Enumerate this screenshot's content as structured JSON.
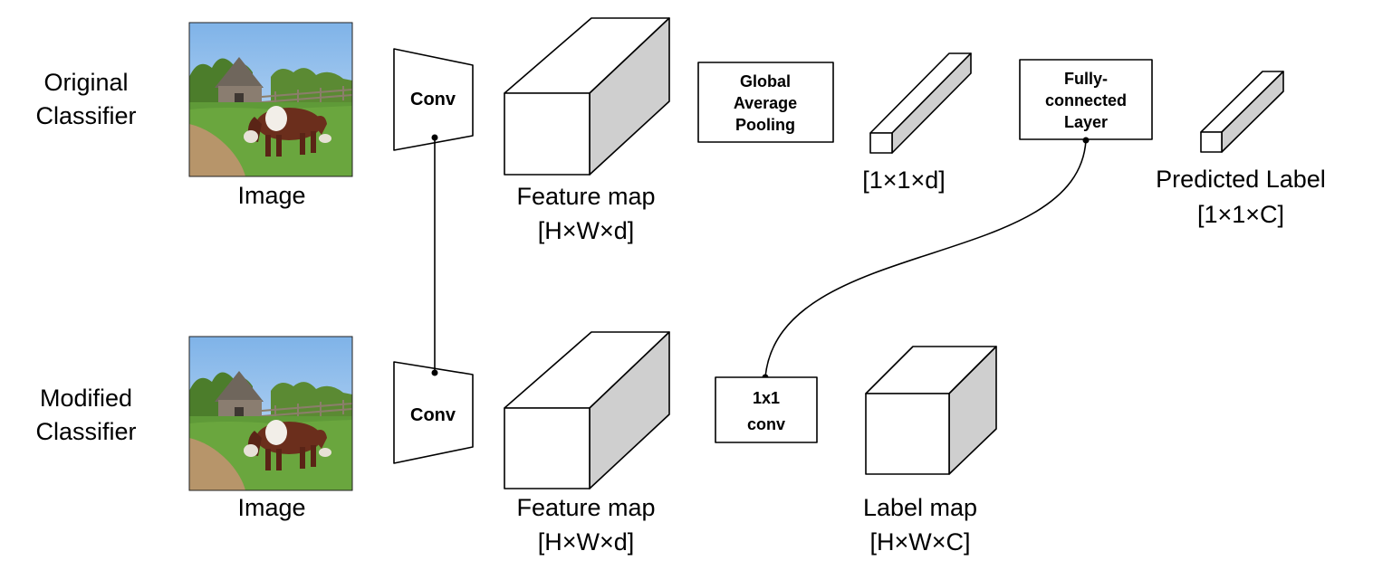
{
  "rows": {
    "top": {
      "name_line1": "Original",
      "name_line2": "Classifier"
    },
    "bottom": {
      "name_line1": "Modified",
      "name_line2": "Classifier"
    }
  },
  "image_caption": "Image",
  "conv_label": "Conv",
  "feature_map": {
    "line1": "Feature map",
    "line2": "[H×W×d]"
  },
  "gap_box": {
    "line1": "Global",
    "line2": "Average",
    "line3": "Pooling"
  },
  "vector_label": "[1×1×d]",
  "fc_box": {
    "line1": "Fully-",
    "line2": "connected",
    "line3": "Layer"
  },
  "predicted": {
    "line1": "Predicted Label",
    "line2": "[1×1×C]"
  },
  "conv1x1_box": {
    "line1": "1x1",
    "line2": "conv"
  },
  "label_map": {
    "line1": "Label map",
    "line2": "[H×W×C]"
  },
  "colors": {
    "sky": "#9ec3ec",
    "grass": "#5f9a38",
    "path": "#b7956a",
    "cow": "#6b2e1c",
    "barn": "#8a7d70",
    "cube_side": "#cfcfcf",
    "cube_top": "#ffffff",
    "cube_front": "#ffffff"
  },
  "icons": [
    "cow-photo",
    "trapezoid-conv",
    "feature-cube",
    "vector-prism"
  ]
}
